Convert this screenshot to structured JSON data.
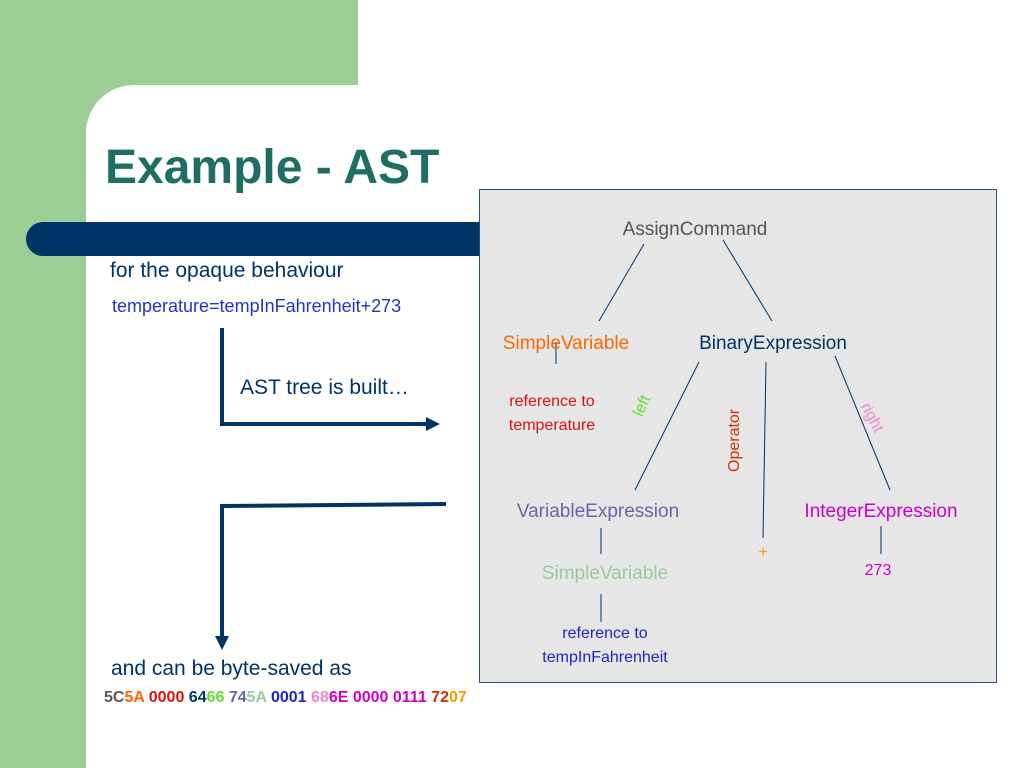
{
  "title": "Example - AST",
  "subtitle": "for the opaque behaviour",
  "code_line": "temperature=tempInFahrenheit+273",
  "built_text": "AST tree is built…",
  "saved_text": "and can be byte-saved as",
  "bytes": [
    {
      "text": "5C",
      "color": "#5a5a5a"
    },
    {
      "text": "5A",
      "color": "#ff6600"
    },
    {
      "text": " 0000",
      "color": "#e01010"
    },
    {
      "text": " 64",
      "color": "#003366"
    },
    {
      "text": "66",
      "color": "#66dd33"
    },
    {
      "text": " 74",
      "color": "#6666aa"
    },
    {
      "text": "5A",
      "color": "#99cc99"
    },
    {
      "text": " 0001",
      "color": "#2222cc"
    },
    {
      "text": " 68",
      "color": "#ee88cc"
    },
    {
      "text": "6E",
      "color": "#cc00cc"
    },
    {
      "text": " 0000",
      "color": "#cc00cc"
    },
    {
      "text": " 0111",
      "color": "#cc00cc"
    },
    {
      "text": " 72",
      "color": "#cc3300"
    },
    {
      "text": "07",
      "color": "#ff9900"
    }
  ],
  "tree": {
    "root": "AssignCommand",
    "simple_variable": "SimpleVariable",
    "binary_expression": "BinaryExpression",
    "ref_temperature": "reference to\ntemperature",
    "left_label": "left",
    "operator_label": "Operator",
    "right_label": "right",
    "variable_expression": "VariableExpression",
    "integer_expression": "IntegerExpression",
    "plus": "+",
    "simple_variable_2": "SimpleVariable",
    "int_value": "273",
    "ref_fahrenheit": "reference to\ntempInFahrenheit"
  },
  "colors": {
    "title": "#1e6e64",
    "bar": "#003366",
    "background_green": "#9bcd95",
    "panel_bg": "#e6e6e6"
  }
}
